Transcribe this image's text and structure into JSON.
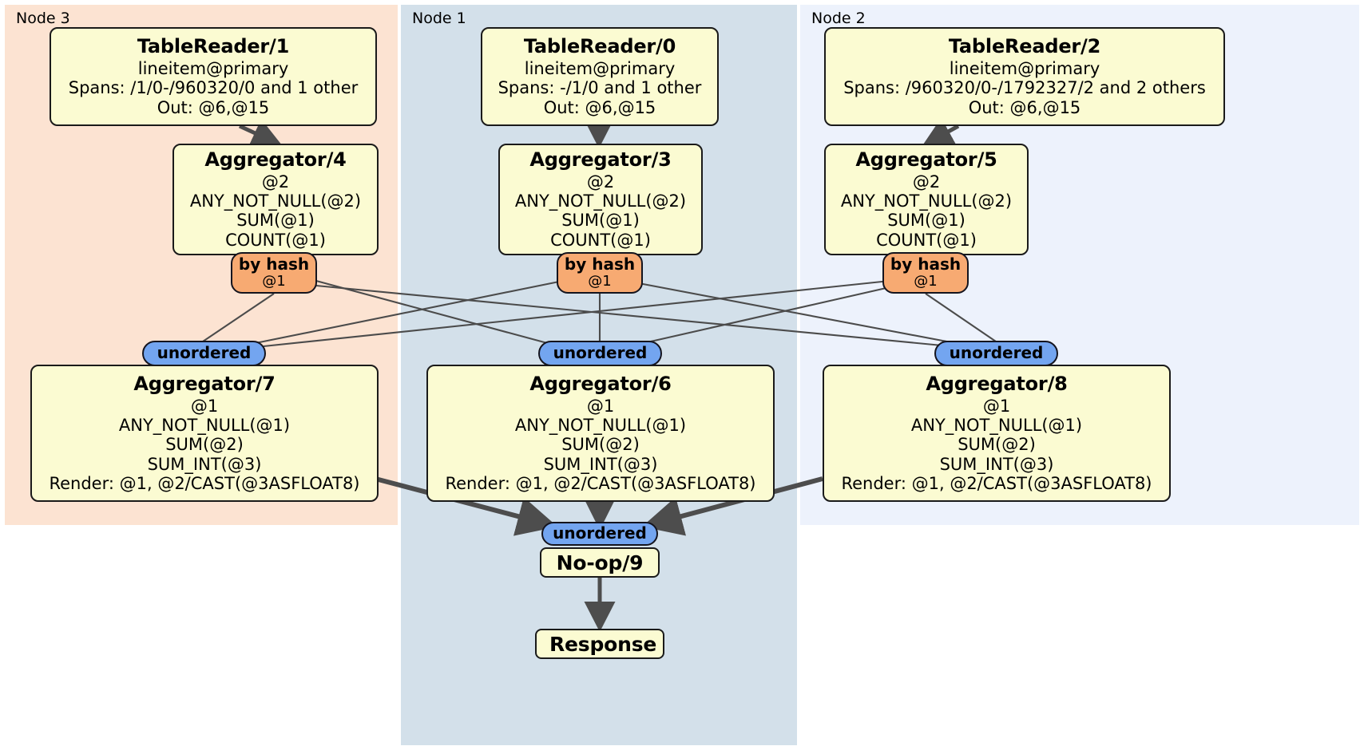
{
  "diagram": {
    "type": "distributed-query-plan",
    "colors": {
      "node3_panel": "#fce3d2",
      "node1_panel": "#d3e0ea",
      "node2_panel": "#edf2fc",
      "processor_fill": "#fbfbd2",
      "processor_stroke": "#1a1a1a",
      "hash_router_fill": "#f7aa72",
      "unordered_fill": "#73a5f0",
      "edge_thin": "#4b4b4b",
      "edge_thick": "#4d4d4d"
    },
    "nodes": [
      {
        "id": "node3",
        "label": "Node 3"
      },
      {
        "id": "node1",
        "label": "Node 1"
      },
      {
        "id": "node2",
        "label": "Node 2"
      }
    ],
    "processors": {
      "table_reader_1": {
        "title": "TableReader/1",
        "lines": [
          "lineitem@primary",
          "Spans: /1/0-/960320/0 and 1 other",
          "Out: @6,@15"
        ]
      },
      "table_reader_0": {
        "title": "TableReader/0",
        "lines": [
          "lineitem@primary",
          "Spans: -/1/0 and 1 other",
          "Out: @6,@15"
        ]
      },
      "table_reader_2": {
        "title": "TableReader/2",
        "lines": [
          "lineitem@primary",
          "Spans: /960320/0-/1792327/2 and 2 others",
          "Out: @6,@15"
        ]
      },
      "aggregator_4": {
        "title": "Aggregator/4",
        "lines": [
          "@2",
          "ANY_NOT_NULL(@2)",
          "SUM(@1)",
          "COUNT(@1)"
        ]
      },
      "aggregator_3": {
        "title": "Aggregator/3",
        "lines": [
          "@2",
          "ANY_NOT_NULL(@2)",
          "SUM(@1)",
          "COUNT(@1)"
        ]
      },
      "aggregator_5": {
        "title": "Aggregator/5",
        "lines": [
          "@2",
          "ANY_NOT_NULL(@2)",
          "SUM(@1)",
          "COUNT(@1)"
        ]
      },
      "aggregator_7": {
        "title": "Aggregator/7",
        "lines": [
          "@1",
          "ANY_NOT_NULL(@1)",
          "SUM(@2)",
          "SUM_INT(@3)",
          "Render: @1, @2/CAST(@3ASFLOAT8)"
        ]
      },
      "aggregator_6": {
        "title": "Aggregator/6",
        "lines": [
          "@1",
          "ANY_NOT_NULL(@1)",
          "SUM(@2)",
          "SUM_INT(@3)",
          "Render: @1, @2/CAST(@3ASFLOAT8)"
        ]
      },
      "aggregator_8": {
        "title": "Aggregator/8",
        "lines": [
          "@1",
          "ANY_NOT_NULL(@1)",
          "SUM(@2)",
          "SUM_INT(@3)",
          "Render: @1, @2/CAST(@3ASFLOAT8)"
        ]
      },
      "noop_9": {
        "title": "No-op/9",
        "lines": []
      },
      "response": {
        "title": "Response",
        "lines": []
      }
    },
    "routers": {
      "hash_left": {
        "label": "by hash",
        "column": "@1"
      },
      "hash_mid": {
        "label": "by hash",
        "column": "@1"
      },
      "hash_right": {
        "label": "by hash",
        "column": "@1"
      }
    },
    "synchronizers": {
      "unordered_left": {
        "label": "unordered"
      },
      "unordered_mid": {
        "label": "unordered"
      },
      "unordered_right": {
        "label": "unordered"
      },
      "unordered_final": {
        "label": "unordered"
      }
    }
  }
}
